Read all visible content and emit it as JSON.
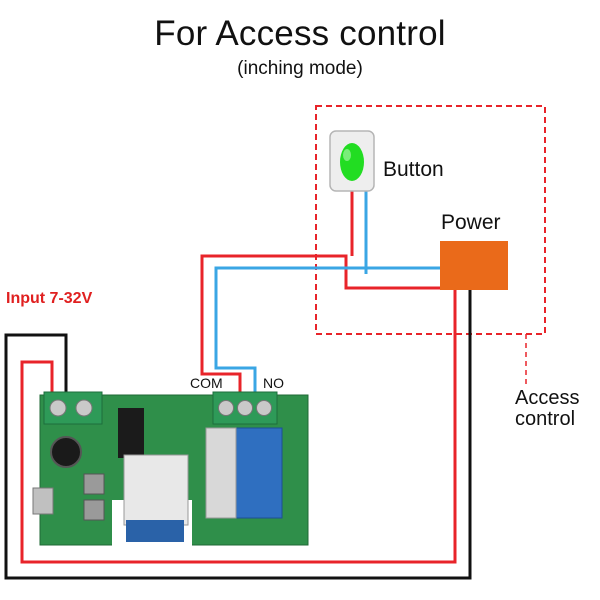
{
  "title": "For Access control",
  "subtitle": "(inching mode)",
  "labels": {
    "input": "Input 7-32V",
    "button": "Button",
    "power": "Power",
    "com": "COM",
    "no": "NO",
    "access_line1": "Access",
    "access_line2": "control"
  },
  "colors": {
    "wire_red": "#e8242a",
    "wire_blue": "#3aa6e4",
    "wire_black": "#111111",
    "dashed_box": "#e8242a",
    "power_box": "#ea6a1a",
    "button_led": "#22dd22",
    "pcb": "#2f8f4a",
    "terminal": "#2e9a58",
    "relay": "#2f6fc0"
  }
}
